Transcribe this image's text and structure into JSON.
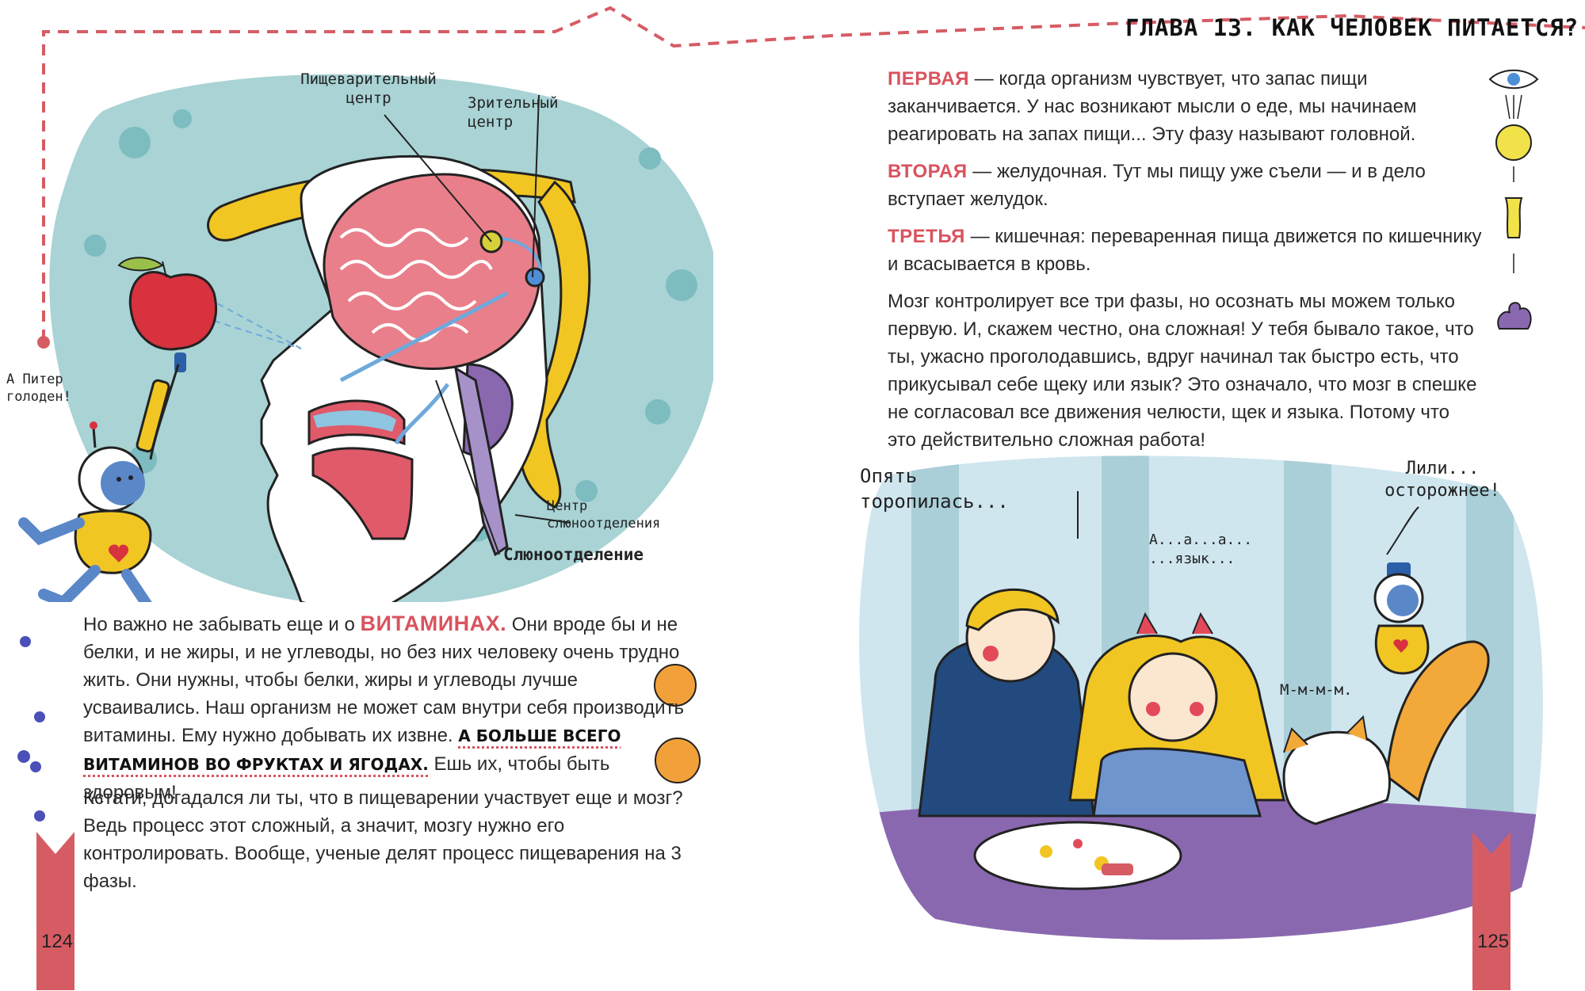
{
  "chapter": {
    "title": "ГЛАВА 13. КАК ЧЕЛОВЕК ПИТАЕТСЯ?"
  },
  "left_page": {
    "number": "124",
    "diagram_labels": {
      "digestive_center": "Пищеварительный центр",
      "visual_center": "Зрительный центр",
      "salivation_center": "Центр слюноотделения",
      "salivation": "Слюноотделение",
      "robot_speech": "А Питер голоден!"
    },
    "paragraph1": {
      "part1": "Но важно не забывать еще и о ",
      "highlight": "ВИТАМИНАХ.",
      "part2": " Они вроде бы и не белки, и не жиры, и не углеводы, но без них человеку очень трудно жить. Они нужны, чтобы белки, жиры и углеводы лучше усваивались. Наш организм не может сам внутри себя производить витамины. Ему нужно добывать их извне. ",
      "emphasis": "А БОЛЬШЕ ВСЕГО ВИТАМИНОВ ВО ФРУКТАХ И ЯГОДАХ.",
      "part3": " Ешь их, чтобы быть здоровым!"
    },
    "paragraph2": "Кстати, догадался ли ты, что в пищеварении участвует еще и мозг? Ведь процесс этот сложный, а значит, мозгу нужно его контролировать. Вообще, ученые делят процесс пищеварения на 3 фазы."
  },
  "right_page": {
    "number": "125",
    "phases": [
      {
        "label": "ПЕРВАЯ",
        "text": " — когда организм чувствует, что запас пищи заканчивается. У нас возникают мысли о еде, мы начинаем реагировать на запах пищи... Эту фазу называют головной."
      },
      {
        "label": "ВТОРАЯ",
        "text": " — желудочная. Тут мы пищу уже съели — и в дело вступает желудок."
      },
      {
        "label": "ТРЕТЬЯ",
        "text": " — кишечная: переваренная пища движется по кишечнику и всасывается в кровь."
      }
    ],
    "paragraph": "Мозг контролирует все три фазы, но осознать мы можем только первую. И, скажем честно, она сложная! У тебя бывало такое, что ты, ужасно проголодавшись, вдруг начинал так быстро есть, что прикусывал себе щеку или язык? Это означало, что мозг в спешке не согласовал все движения челюсти, щек и языка. Потому что это действительно сложная работа!",
    "speech": {
      "boy": "Опять торопилась...",
      "girl": "А...а...а... ...язык...",
      "robot": "Лили... осторожнее!",
      "cat": "М-м-м-м."
    }
  },
  "colors": {
    "accent": "#d9535f",
    "teal_blob": "#a9d3d5",
    "yellow": "#f1c623",
    "purple": "#8a68b0",
    "ribbon": "#d65c64"
  }
}
